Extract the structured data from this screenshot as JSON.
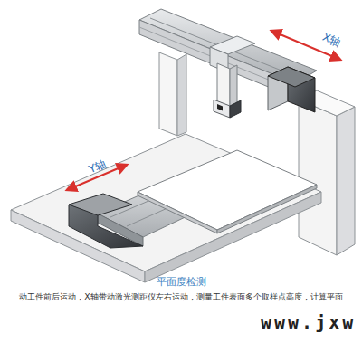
{
  "diagram": {
    "caption": "平面度检测",
    "labels": [
      "X轴",
      "Y轴",
      "动工件前后运动，X轴带动激光测距仪左右运动，测量工件表面多个取样点高度，计算平面",
      "www.jxw"
    ]
  }
}
